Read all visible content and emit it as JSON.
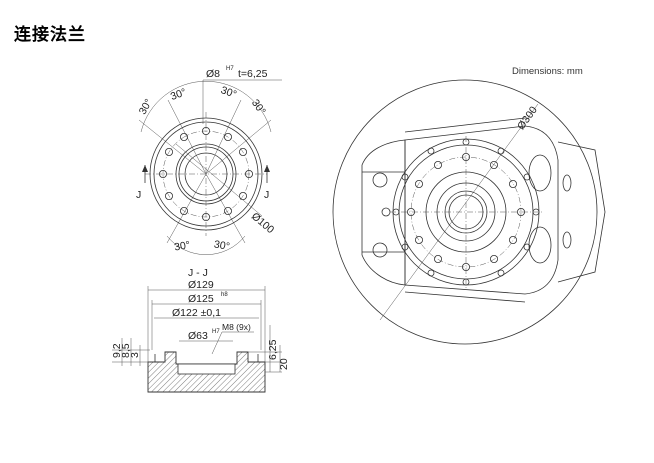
{
  "title": "连接法兰",
  "units_note": "Dimensions: mm",
  "front_view": {
    "angle_labels": [
      "30°",
      "30°",
      "30°",
      "30°",
      "30°",
      "30°"
    ],
    "pin_hole": "Ø8",
    "pin_tol": "H7",
    "pin_depth": "t=6,25",
    "bolt_circle": "Ø100",
    "section_mark": "J"
  },
  "section_view": {
    "label": "J - J",
    "d1": "Ø129",
    "d2": "Ø125",
    "d2_tol": "h8",
    "d3": "Ø122 ±0,1",
    "d4": "Ø63",
    "d4_tol": "H7",
    "thread": "M8 (9x)",
    "h1": "9,2",
    "h2": "8,5",
    "h3": "3",
    "h4": "6,25",
    "h5": "20"
  },
  "side_view": {
    "diameter": "Ø300"
  }
}
